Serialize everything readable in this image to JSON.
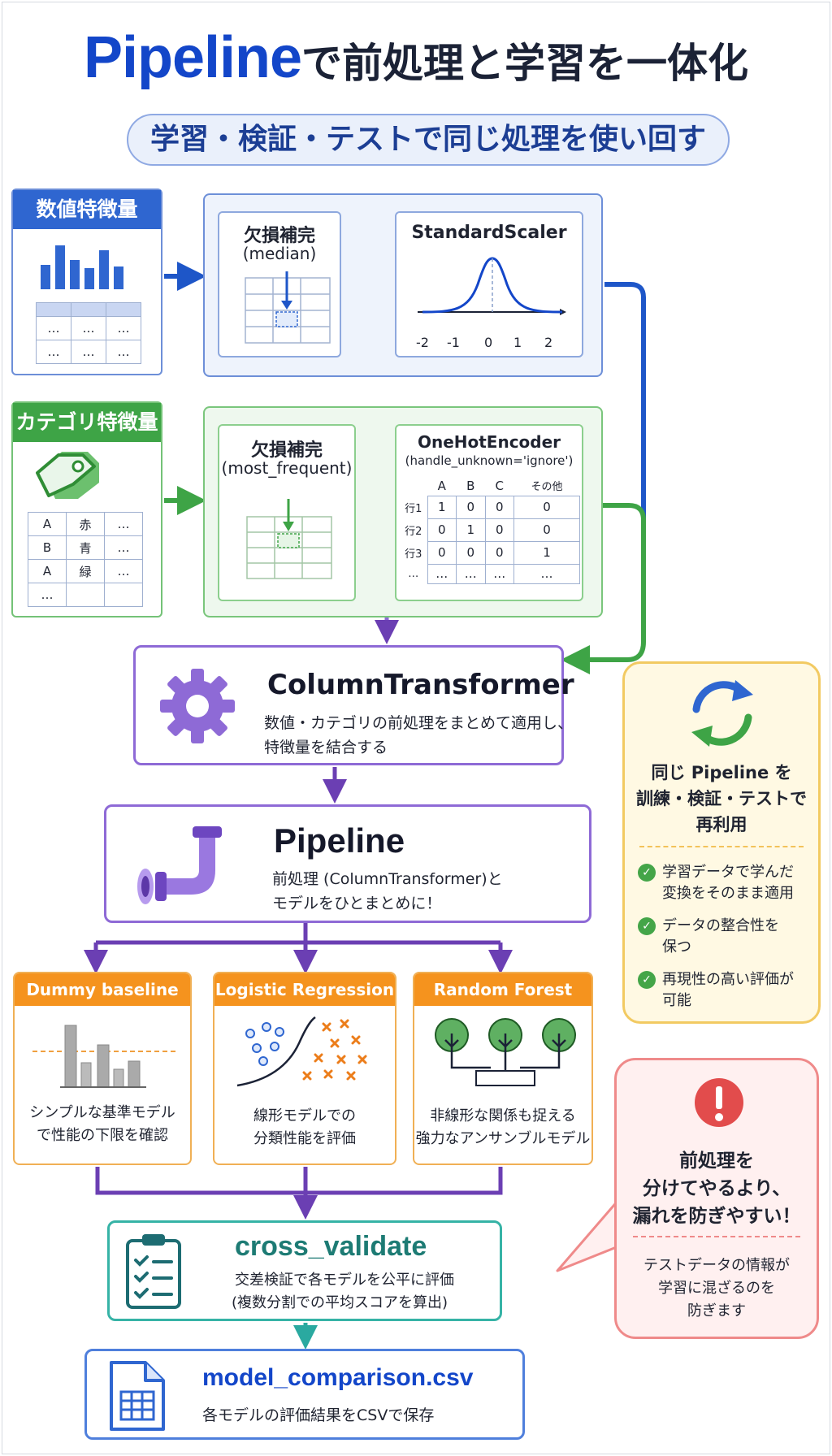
{
  "title": {
    "highlight": "Pipeline",
    "rest": "で前処理と学習を一体化"
  },
  "subtitle": "学習・検証・テストで同じ処理を使い回す",
  "numeric": {
    "label": "数値特徴量",
    "table_cells": [
      "…",
      "…",
      "…",
      "…",
      "…",
      "…"
    ],
    "impute": {
      "title": "欠損補完",
      "subtitle": "(median)"
    },
    "scaler": {
      "title": "StandardScaler",
      "ticks": [
        "-2",
        "-1",
        "0",
        "1",
        "2"
      ]
    }
  },
  "categorical": {
    "label": "カテゴリ特徴量",
    "table_rows": [
      [
        "A",
        "赤",
        "…"
      ],
      [
        "B",
        "青",
        "…"
      ],
      [
        "A",
        "緑",
        "…"
      ],
      [
        "…",
        "",
        ""
      ]
    ],
    "impute": {
      "title": "欠損補完",
      "subtitle": "(most_frequent)"
    },
    "encoder": {
      "title": "OneHotEncoder",
      "subtitle": "(handle_unknown='ignore')",
      "columns": [
        "A",
        "B",
        "C",
        "その他"
      ],
      "rows": [
        {
          "label": "行1",
          "values": [
            "1",
            "0",
            "0",
            "0"
          ]
        },
        {
          "label": "行2",
          "values": [
            "0",
            "1",
            "0",
            "0"
          ]
        },
        {
          "label": "行3",
          "values": [
            "0",
            "0",
            "0",
            "1"
          ]
        },
        {
          "label": "…",
          "values": [
            "…",
            "…",
            "…",
            "…"
          ]
        }
      ]
    }
  },
  "column_transformer": {
    "title": "ColumnTransformer",
    "desc1": "数値・カテゴリの前処理をまとめて適用し、",
    "desc2": "特徴量を結合する"
  },
  "pipeline": {
    "title": "Pipeline",
    "desc1": "前処理 (ColumnTransformer)と",
    "desc2": "モデルをひとまとめに！"
  },
  "models": [
    {
      "name": "Dummy baseline",
      "desc1": "シンプルな基準モデル",
      "desc2": "で性能の下限を確認"
    },
    {
      "name": "Logistic Regression",
      "desc1": "線形モデルでの",
      "desc2": "分類性能を評価"
    },
    {
      "name": "Random Forest",
      "desc1": "非線形な関係も捉える",
      "desc2": "強力なアンサンブルモデル"
    }
  ],
  "cross_validate": {
    "title": "cross_validate",
    "desc1": "交差検証で各モデルを公平に評価",
    "desc2": "(複数分割での平均スコアを算出)"
  },
  "output": {
    "title": "model_comparison.csv",
    "desc": "各モデルの評価結果をCSVで保存"
  },
  "reuse_panel": {
    "title1": "同じ Pipeline を",
    "title2": "訓練・検証・テストで",
    "title3": "再利用",
    "checks": [
      {
        "l1": "学習データで学んだ",
        "l2": "変換をそのまま適用"
      },
      {
        "l1": "データの整合性を",
        "l2": "保つ"
      },
      {
        "l1": "再現性の高い評価が",
        "l2": "可能"
      }
    ]
  },
  "leak_panel": {
    "title1": "前処理を",
    "title2": "分けてやるより、",
    "title3": "漏れを防ぎやすい！",
    "desc1": "テストデータの情報が",
    "desc2": "学習に混ざるのを",
    "desc3": "防ぎます"
  },
  "colors": {
    "blue": "#1346c9",
    "green": "#3ea446",
    "purple": "#8e6ad6",
    "orange": "#f5931e",
    "teal": "#36b3a6",
    "red": "#e24c4c"
  }
}
